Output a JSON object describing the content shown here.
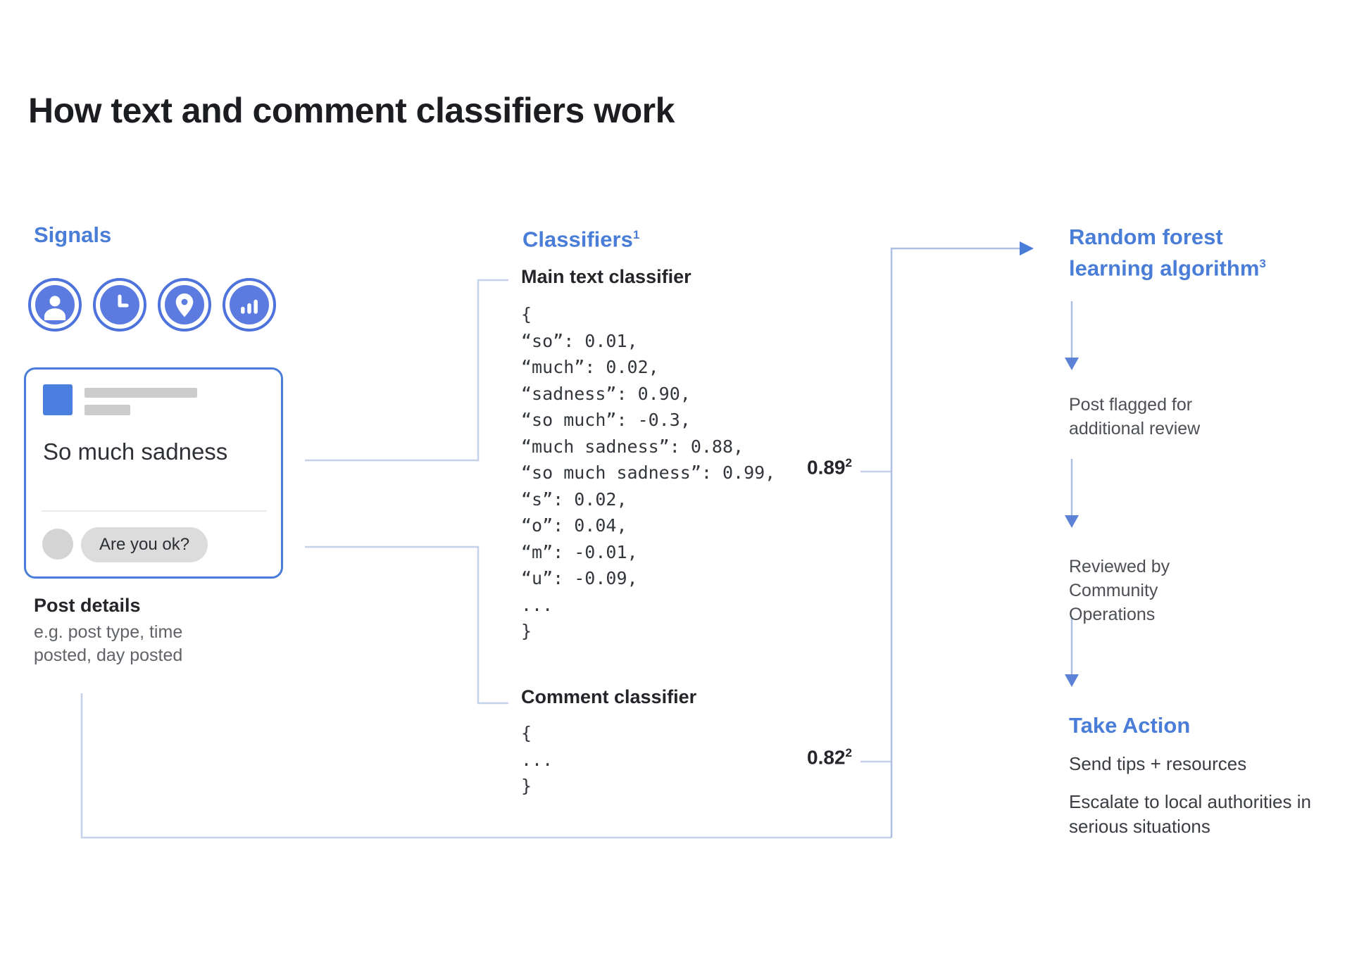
{
  "title": "How text and comment classifiers work",
  "signals": {
    "heading": "Signals",
    "icons": [
      "user-icon",
      "clock-icon",
      "location-icon",
      "signal-bars-icon"
    ],
    "post_card": {
      "post_text": "So much sadness",
      "comment_text": "Are you ok?"
    },
    "post_details": {
      "heading": "Post details",
      "description": "e.g. post type, time posted, day posted"
    }
  },
  "classifiers": {
    "heading": "Classifiers",
    "heading_superscript": "1",
    "main_text_classifier": {
      "title": "Main text classifier",
      "code_lines": [
        "{",
        "“so”: 0.01,",
        "“much”: 0.02,",
        "“sadness”: 0.90,",
        "“so much”: -0.3,",
        "“much sadness”: 0.88,",
        "“so much sadness”: 0.99,",
        "“s”: 0.02,",
        "“o”: 0.04,",
        "“m”: -0.01,",
        "“u”: -0.09,",
        "...",
        "}"
      ],
      "score": "0.89",
      "score_superscript": "2"
    },
    "comment_classifier": {
      "title": "Comment classifier",
      "code_lines": [
        "{",
        "...",
        "}"
      ],
      "score": "0.82",
      "score_superscript": "2"
    }
  },
  "pipeline": {
    "heading": "Random forest learning algorithm",
    "heading_superscript": "3",
    "steps": [
      "Post flagged for additional review",
      "Reviewed by Community Operations"
    ],
    "take_action": {
      "heading": "Take Action",
      "actions": [
        "Send tips + resources",
        "Escalate to local authorities in serious situations"
      ]
    }
  },
  "colors": {
    "accent_blue": "#4a7dd7",
    "icon_blue": "#5b7be0",
    "connector_light": "#c4d3ea",
    "arrow_blue": "#5b82d7",
    "text_dark": "#2e3136",
    "text_gray": "#606368",
    "placeholder_gray": "#cccccc"
  }
}
